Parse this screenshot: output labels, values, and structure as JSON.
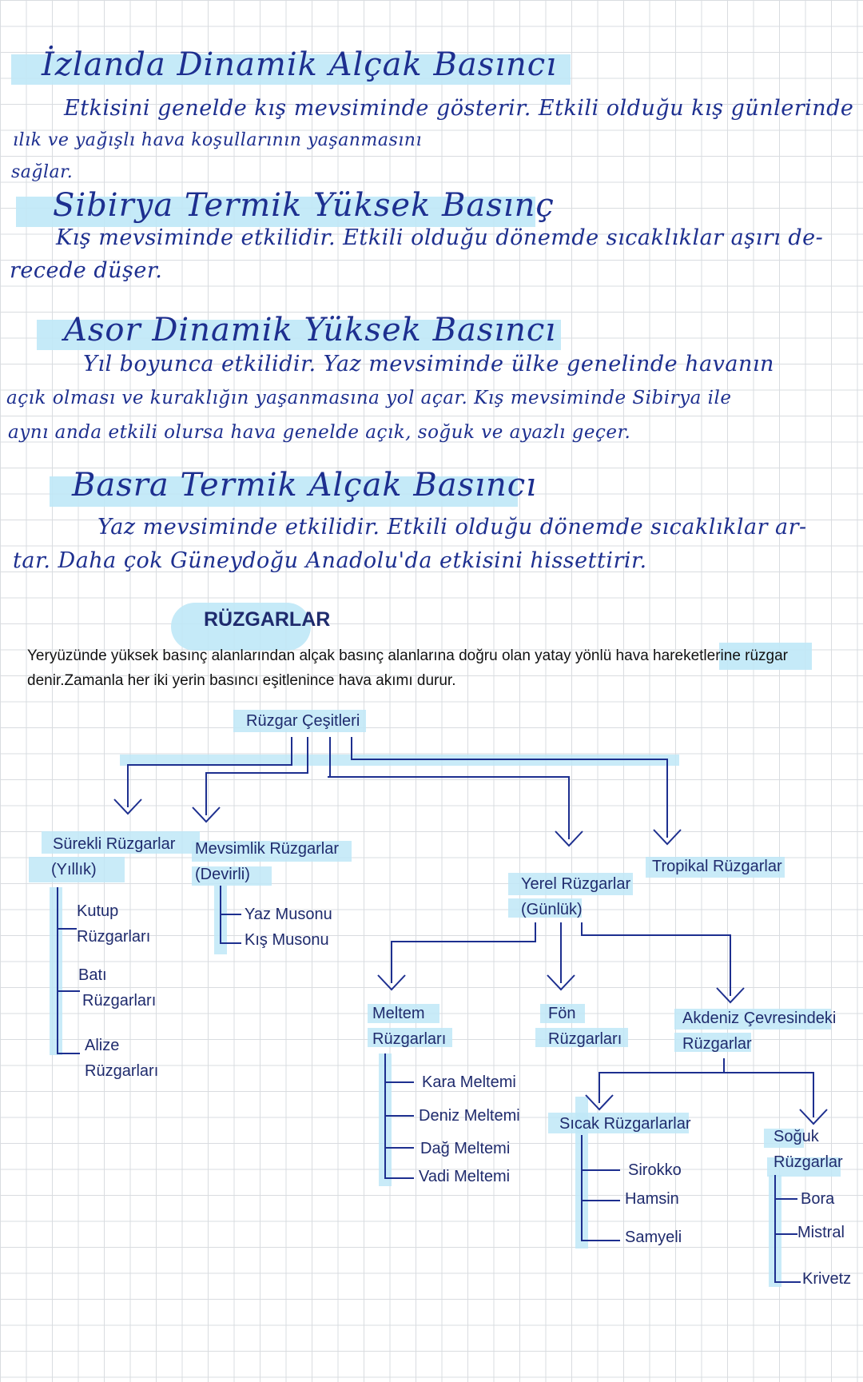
{
  "notes": [
    {
      "title": "İzlanda Dinamik Alçak Basıncı",
      "lines": [
        "Etkisini genelde kış mevsiminde gösterir. Etkili olduğu kış günlerinde",
        "ılık ve yağışlı hava koşullarının yaşanmasını",
        "sağlar."
      ]
    },
    {
      "title": "Sibirya Termik Yüksek Basınç",
      "lines": [
        "Kış mevsiminde etkilidir. Etkili olduğu dönemde sıcaklıklar aşırı de-",
        "recede düşer."
      ]
    },
    {
      "title": "Asor Dinamik Yüksek Basıncı",
      "lines": [
        "Yıl boyunca etkilidir. Yaz mevsiminde ülke genelinde havanın",
        "açık olması ve kuraklığın yaşanmasına yol açar. Kış mevsiminde Sibirya ile",
        "aynı anda etkili olursa hava genelde açık, soğuk ve ayazlı geçer."
      ]
    },
    {
      "title": "Basra Termik Alçak Basıncı",
      "lines": [
        "Yaz mevsiminde etkilidir. Etkili olduğu dönemde sıcaklıklar ar-",
        "tar. Daha çok Güneydoğu Anadolu'da etkisini hissettirir."
      ]
    }
  ],
  "section": {
    "title": "RÜZGARLAR",
    "para_line1": "Yeryüzünde yüksek basınç alanlarından alçak basınç alanlarına doğru olan yatay yönlü hava hareketlerine rüzgar",
    "para_line2": "denir.Zamanla her iki yerin basıncı eşitlenince hava akımı durur."
  },
  "tree": {
    "root": "Rüzgar Çeşitleri",
    "surekli": {
      "l1": "Sürekli Rüzgarlar",
      "l2": "(Yıllık)",
      "children": [
        [
          "Kutup",
          "Rüzgarları"
        ],
        [
          "Batı",
          "Rüzgarları"
        ],
        [
          "Alize",
          "Rüzgarları"
        ]
      ]
    },
    "mevsimlik": {
      "l1": "Mevsimlik Rüzgarlar",
      "l2": "(Devirli)",
      "children": [
        "Yaz Musonu",
        "Kış Musonu"
      ]
    },
    "yerel": {
      "l1": "Yerel Rüzgarlar",
      "l2": "(Günlük)"
    },
    "tropikal": "Tropikal Rüzgarlar",
    "meltem": {
      "l1": "Meltem",
      "l2": "Rüzgarları",
      "children": [
        "Kara Meltemi",
        "Deniz Meltemi",
        "Dağ Meltemi",
        "Vadi Meltemi"
      ]
    },
    "fon": {
      "l1": "Fön",
      "l2": "Rüzgarları"
    },
    "akdeniz": {
      "l1": "Akdeniz Çevresindeki",
      "l2": "Rüzgarlar"
    },
    "sicak": {
      "label": "Sıcak Rüzgarlarlar",
      "children": [
        "Sirokko",
        "Hamsin",
        "Samyeli"
      ]
    },
    "soguk": {
      "l1": "Soğuk",
      "l2": "Rüzgarlar",
      "children": [
        "Bora",
        "Mistral",
        "Krivetz"
      ]
    }
  }
}
